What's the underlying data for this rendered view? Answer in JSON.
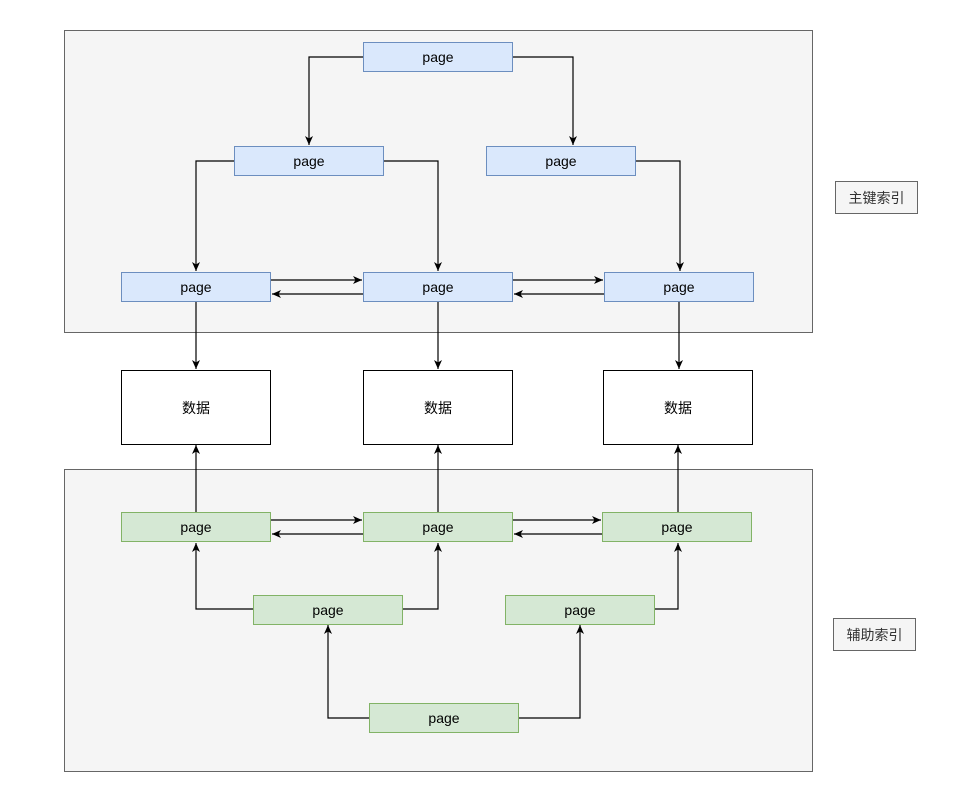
{
  "primary_index": {
    "label": "主键索引",
    "root": "page",
    "level2": [
      "page",
      "page"
    ],
    "leaves": [
      "page",
      "page",
      "page"
    ]
  },
  "data_rows": [
    "数据",
    "数据",
    "数据"
  ],
  "secondary_index": {
    "label": "辅助索引",
    "leaves": [
      "page",
      "page",
      "page"
    ],
    "level2": [
      "page",
      "page"
    ],
    "root": "page"
  },
  "colors": {
    "primary_fill": "#dae8fc",
    "primary_stroke": "#6c8ebf",
    "secondary_fill": "#d5e8d4",
    "secondary_stroke": "#82b366"
  }
}
